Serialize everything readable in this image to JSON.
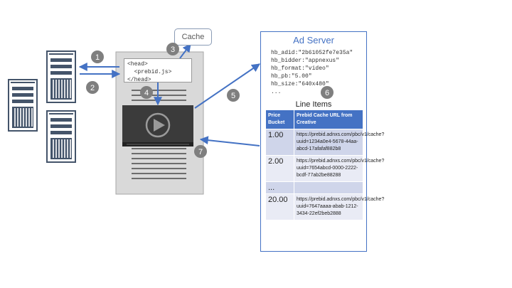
{
  "page": {
    "head_lines": [
      "<head>",
      "  <prebid.js>",
      "</head>"
    ]
  },
  "cache": {
    "label": "Cache"
  },
  "ad_server": {
    "title": "Ad Server",
    "targeting": [
      "hb_adid:\"2b61052fe7e35a\"",
      "hb_bidder:\"appnexus\"",
      "hb_format:\"video\"",
      "hb_pb:\"5.00\"",
      "hb_size:\"640x480\"",
      "..."
    ],
    "line_items_title": "Line Items",
    "table": {
      "headers": [
        "Price Bucket",
        "Prebid Cache URL from Creative"
      ],
      "rows": [
        {
          "bucket": "1.00",
          "url": "https://prebid.adnxs.com/pbc/v1/cache?uuid=1234a0e4-5678-44aa-abcd-17afafaf882b8"
        },
        {
          "bucket": "2.00",
          "url": "https://prebid.adnxs.com/pbc/v1/cache?uuid=7654abcd-0000-2222-bcdf-77ab2be88288"
        },
        {
          "bucket": "...",
          "url": ""
        },
        {
          "bucket": "20.00",
          "url": "https://prebid.adnxs.com/pbc/v1/cache?uuid=7647aaaa-abab-1212-3434-22ef2beb2888"
        }
      ]
    }
  },
  "steps": [
    "1",
    "2",
    "3",
    "4",
    "5",
    "6",
    "7"
  ],
  "colors": {
    "arrow": "#4472c4",
    "badge": "#7f7f7f",
    "server": "#44546a",
    "page": "#d9d9d9"
  }
}
